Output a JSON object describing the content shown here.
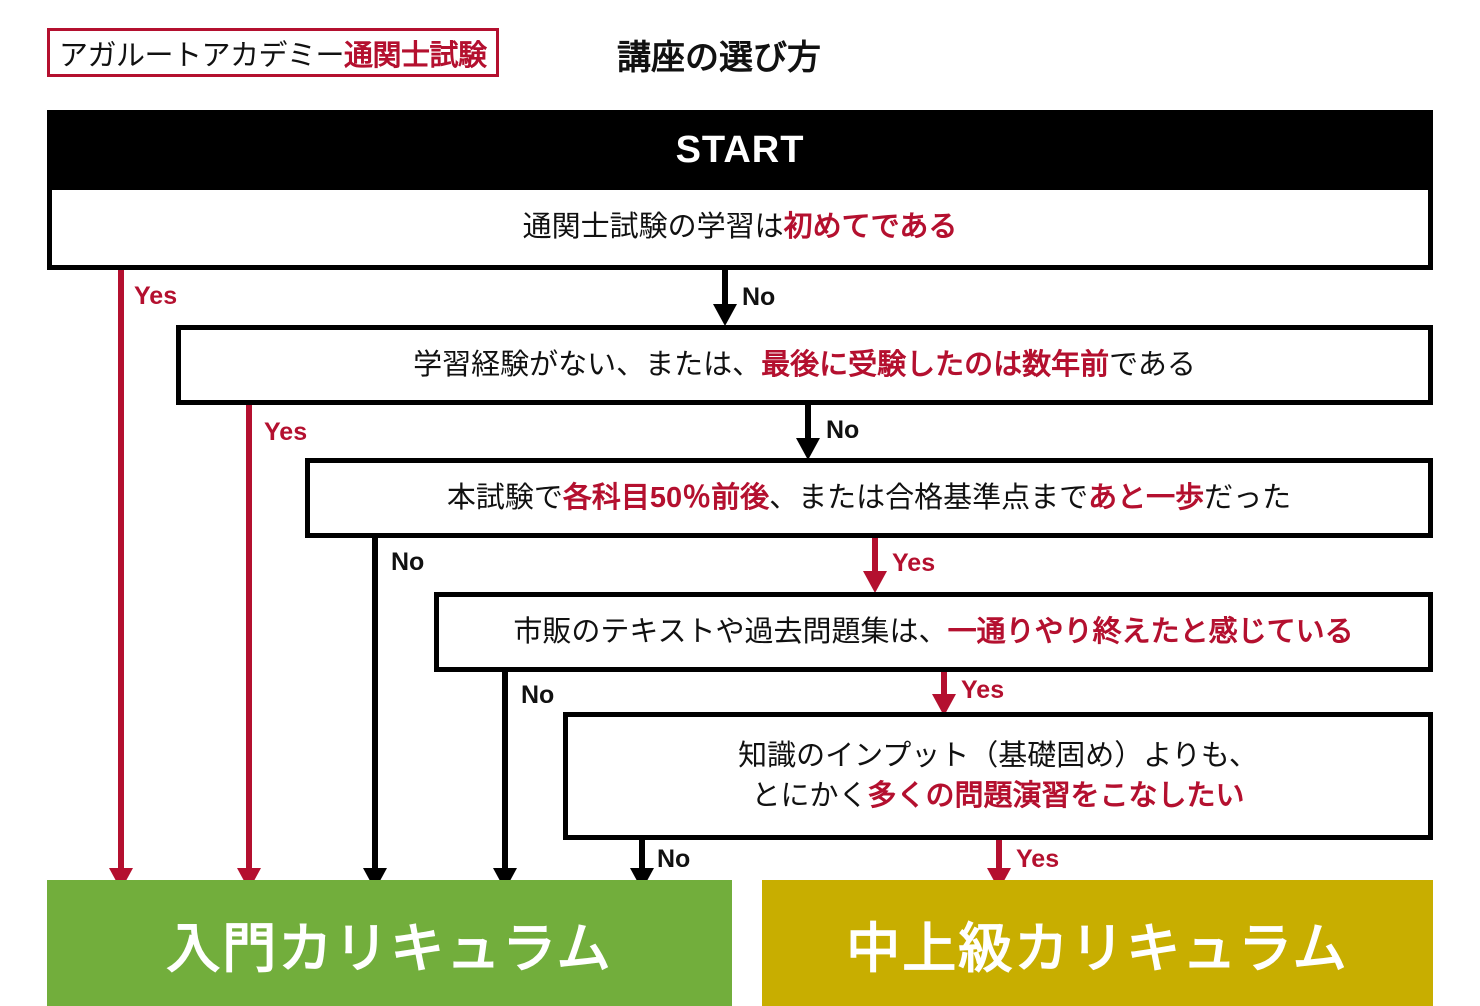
{
  "header": {
    "badge_brand": "アガルートアカデミー",
    "badge_exam": "通関士試験",
    "title": "講座の選び方"
  },
  "flow": {
    "start_label": "START",
    "questions": [
      {
        "id": "q1",
        "parts": [
          {
            "text": "通関士試験の学習は",
            "color": "black"
          },
          {
            "text": "初めてである",
            "color": "red"
          }
        ]
      },
      {
        "id": "q2",
        "parts": [
          {
            "text": "学習経験がない、または、",
            "color": "black"
          },
          {
            "text": "最後に受験したのは数年前",
            "color": "red"
          },
          {
            "text": "である",
            "color": "black"
          }
        ]
      },
      {
        "id": "q3",
        "parts": [
          {
            "text": "本試験で",
            "color": "black"
          },
          {
            "text": "各科目50％前後",
            "color": "red"
          },
          {
            "text": "、または合格基準点まで",
            "color": "black"
          },
          {
            "text": "あと一歩",
            "color": "red"
          },
          {
            "text": "だった",
            "color": "black"
          }
        ]
      },
      {
        "id": "q4",
        "parts": [
          {
            "text": "市販のテキストや過去問題集は、",
            "color": "black"
          },
          {
            "text": "一通りやり終えたと感じている",
            "color": "red"
          }
        ]
      },
      {
        "id": "q5",
        "line1": [
          {
            "text": "知識のインプット（基礎固め）よりも、",
            "color": "black"
          }
        ],
        "line2": [
          {
            "text": "とにかく",
            "color": "black"
          },
          {
            "text": "多くの問題演習をこなしたい",
            "color": "red"
          }
        ]
      }
    ],
    "edge_labels": {
      "q1_no": "No",
      "q1_yes": "Yes",
      "q2_no": "No",
      "q2_yes": "Yes",
      "q3_no": "No",
      "q3_yes": "Yes",
      "q4_no": "No",
      "q4_yes": "Yes",
      "q5_no": "No",
      "q5_yes": "Yes"
    },
    "results": {
      "beginner": "入門カリキュラム",
      "advanced": "中上級カリキュラム"
    }
  },
  "colors": {
    "accent_red": "#B4102F",
    "result_green": "#72AE3C",
    "result_gold": "#C8AE00",
    "start_black": "#000000"
  }
}
